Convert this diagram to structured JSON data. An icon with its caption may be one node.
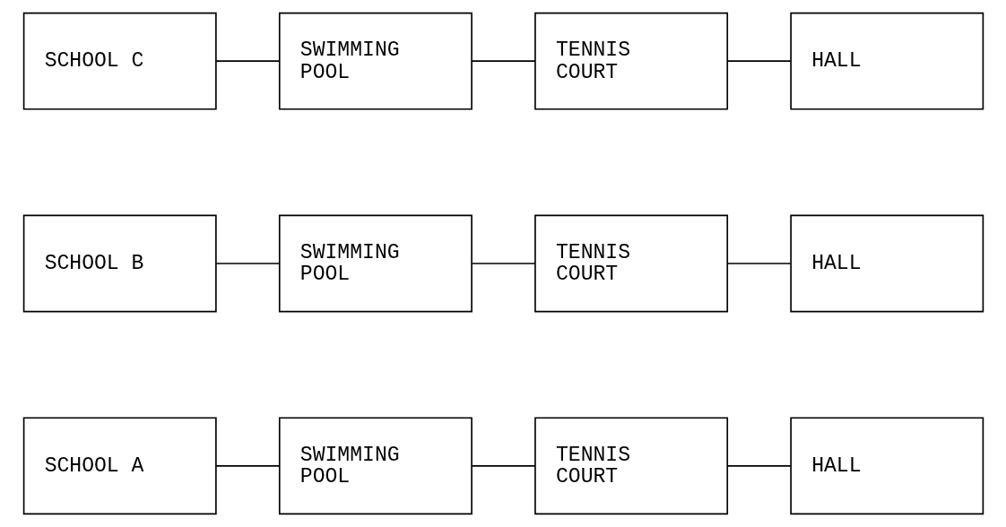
{
  "diagram": {
    "nodes": [
      {
        "text": [
          "SCHOOL A"
        ]
      },
      {
        "text": [
          "SWIMMING POOL"
        ]
      },
      {
        "text": [
          "TENNIS COURT"
        ]
      },
      {
        "text": [
          "HALL"
        ]
      },
      {
        "text": [
          "SCHOOL B"
        ]
      },
      {
        "text": [
          "SWIMMING POOL"
        ]
      },
      {
        "text": [
          "TENNIS COURT"
        ]
      },
      {
        "text": [
          "HALL"
        ]
      },
      {
        "text": [
          "SCHOOL C"
        ]
      },
      {
        "text": [
          "SWIMMING POOL"
        ]
      },
      {
        "text": [
          "TENNIS COURT"
        ]
      },
      {
        "text": [
          "HALL"
        ]
      }
    ],
    "edges": [
      {
        "from": 0,
        "to": 1,
        "arrow": "none"
      },
      {
        "from": 1,
        "to": 2,
        "arrow": "none"
      },
      {
        "from": 2,
        "to": 3,
        "arrow": "none"
      },
      {
        "from": 4,
        "to": 5,
        "arrow": "none"
      },
      {
        "from": 5,
        "to": 6,
        "arrow": "none"
      },
      {
        "from": 6,
        "to": 7,
        "arrow": "none"
      },
      {
        "from": 8,
        "to": 9,
        "arrow": "none"
      },
      {
        "from": 9,
        "to": 10,
        "arrow": "none"
      },
      {
        "from": 10,
        "to": 11,
        "arrow": "none"
      }
    ]
  }
}
